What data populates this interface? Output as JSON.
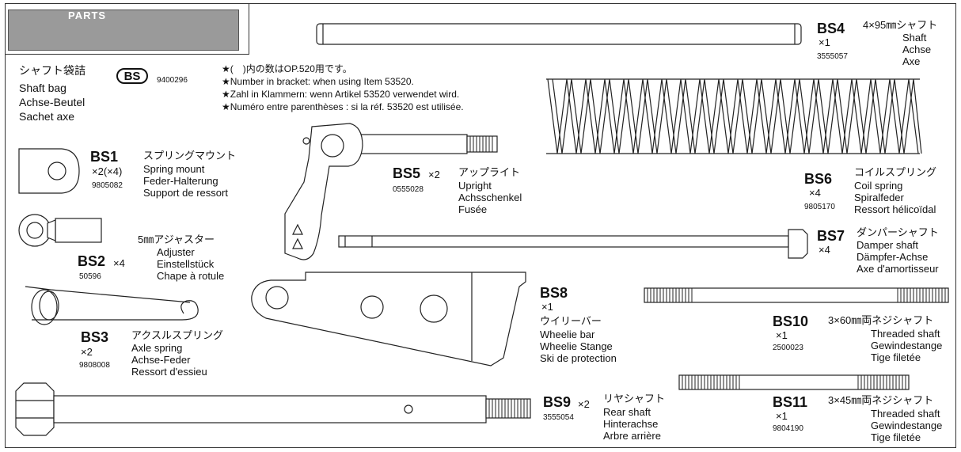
{
  "title": "PARTS",
  "bag": {
    "jp": "シャフト袋詰",
    "en": "Shaft bag",
    "de": "Achse-Beutel",
    "fr": "Sachet axe",
    "badge": "BS",
    "part_no": "9400296"
  },
  "notes": [
    "★(　)内の数はOP.520用です。",
    "★Number in bracket: when using Item 53520.",
    "★Zahl in Klammern: wenn Artikel 53520 verwendet wird.",
    "★Numéro entre parenthèses : si la réf. 53520 est utilisée."
  ],
  "parts": {
    "bs1": {
      "code": "BS1",
      "qty": "×2(×4)",
      "part_no": "9805082",
      "jp": "スプリングマウント",
      "en": "Spring mount",
      "de": "Feder-Halterung",
      "fr": "Support de ressort"
    },
    "bs2": {
      "code": "BS2",
      "qty": "×4",
      "part_no": "50596",
      "jp": "5㎜アジャスター",
      "en": "Adjuster",
      "de": "Einstellstück",
      "fr": "Chape à rotule"
    },
    "bs3": {
      "code": "BS3",
      "qty": "×2",
      "part_no": "9808008",
      "jp": "アクスルスプリング",
      "en": "Axle spring",
      "de": "Achse-Feder",
      "fr": "Ressort d'essieu"
    },
    "bs4": {
      "code": "BS4",
      "qty": "×1",
      "part_no": "3555057",
      "jp": "4×95㎜シャフト",
      "en": "Shaft",
      "de": "Achse",
      "fr": "Axe"
    },
    "bs5": {
      "code": "BS5",
      "qty": "×2",
      "part_no": "0555028",
      "jp": "アップライト",
      "en": "Upright",
      "de": "Achsschenkel",
      "fr": "Fusée"
    },
    "bs6": {
      "code": "BS6",
      "qty": "×4",
      "part_no": "9805170",
      "jp": "コイルスプリング",
      "en": "Coil spring",
      "de": "Spiralfeder",
      "fr": "Ressort hélicoïdal"
    },
    "bs7": {
      "code": "BS7",
      "qty": "×4",
      "jp": "ダンパーシャフト",
      "en": "Damper shaft",
      "de": "Dämpfer-Achse",
      "fr": "Axe d'amortisseur"
    },
    "bs8": {
      "code": "BS8",
      "qty": "×1",
      "jp": "ウイリーバー",
      "en": "Wheelie bar",
      "de": "Wheelie Stange",
      "fr": "Ski de protection"
    },
    "bs9": {
      "code": "BS9",
      "qty": "×2",
      "part_no": "3555054",
      "jp": "リヤシャフト",
      "en": "Rear shaft",
      "de": "Hinterachse",
      "fr": "Arbre arrière"
    },
    "bs10": {
      "code": "BS10",
      "qty": "×1",
      "part_no": "2500023",
      "jp": "3×60㎜両ネジシャフト",
      "en": "Threaded shaft",
      "de": "Gewindestange",
      "fr": "Tige filetée"
    },
    "bs11": {
      "code": "BS11",
      "qty": "×1",
      "part_no": "9804190",
      "jp": "3×45㎜両ネジシャフト",
      "en": "Threaded shaft",
      "de": "Gewindestange",
      "fr": "Tige filetée"
    }
  }
}
